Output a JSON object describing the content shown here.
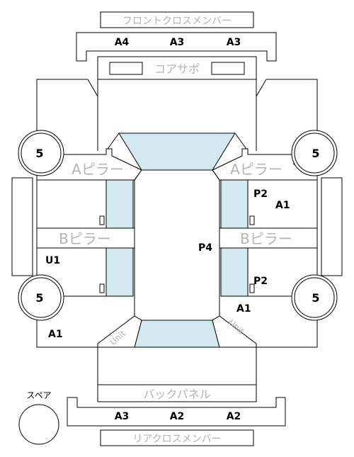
{
  "labels": {
    "front_cross_member": "フロントクロスメンバー",
    "core_support": "コアサポ",
    "a_pillar": "Aピラー",
    "b_pillar": "Bピラー",
    "back_panel": "バックパネル",
    "rear_cross_member": "リアクロスメンバー",
    "spare": "スペア",
    "unit": "Unit"
  },
  "front_cross_member_codes": [
    "A4",
    "A3",
    "A3"
  ],
  "rear_cross_member_codes": [
    "A3",
    "A2",
    "A2"
  ],
  "wheel_labels": [
    "5",
    "5",
    "5",
    "5"
  ],
  "panel_codes": {
    "p2_upper": "P2",
    "a1_right_upper": "A1",
    "p4": "P4",
    "u1": "U1",
    "p2_lower": "P2",
    "a1_right_lower": "A1",
    "a1_left_lower": "A1"
  },
  "colors": {
    "glass": "#d3e9ef",
    "gray_label": "#b3b3b3",
    "line": "#000000"
  }
}
